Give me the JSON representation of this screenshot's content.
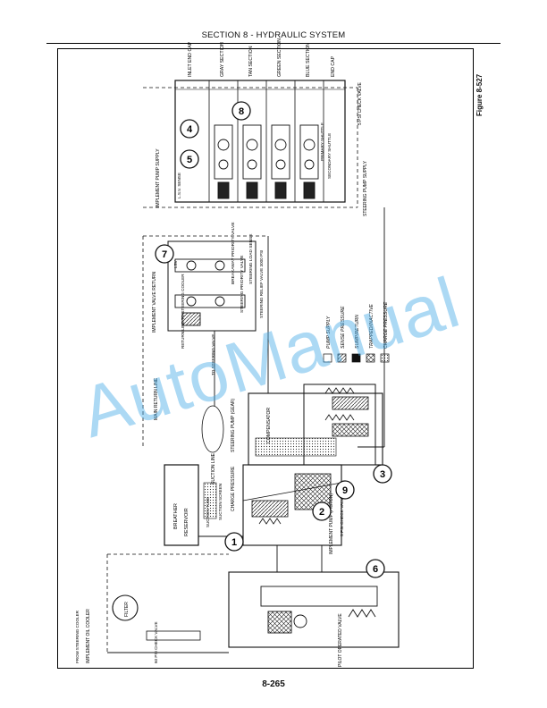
{
  "header": {
    "title": "SECTION 8 - HYDRAULIC SYSTEM"
  },
  "figure": {
    "label": "Figure 8-527"
  },
  "page_number": "8-265",
  "watermark": "AutoManual",
  "callouts": [
    "1",
    "2",
    "3",
    "4",
    "5",
    "6",
    "7",
    "8",
    "9"
  ],
  "labels": {
    "inlet_end_cap": "INLET END CAP",
    "gray_section": "GRAY SECTION",
    "tan_section": "TAN SECTION",
    "green_section": "GREEN SECTION",
    "blue_section": "BLUE SECTION",
    "end_cap": "END CAP",
    "check_valve_5psi": "5 PSI CHECK VALVE",
    "implement_pump_supply": "IMPLEMENT PUMP SUPPLY",
    "steering_pump_supply": "STEERING PUMP SUPPLY",
    "primary_shuttle": "PRIMARY SHUTTLE",
    "secondary_shuttle": "SECONDARY SHUTTLE",
    "lsv_sense": "L.S.V. SENSE",
    "implement_valve_return": "IMPLEMENT VALVE RETURN",
    "main_return_line": "MAIN RETURN LINE",
    "breakaway_priority_valve": "BREAKAWAY PRIORITY VALVE",
    "steering_priority_valve": "STEERING PRIORITY VALVE",
    "steering_load_sense": "STEERING LOAD SENSE",
    "steering_relief_valve": "STEERING RELIEF VALVE 3000 PSI",
    "return_line_to_steering": "RETURN LINE TO STEERING COOLER",
    "to_steering_valve": "TO STEERING VALVE",
    "lsv": "LSV",
    "compensator": "COMPENSATOR",
    "steering_pump_gear": "STEERING PUMP (GEAR)",
    "charge_pressure": "CHARGE PRESSURE",
    "suction_line": "SUCTION LINE",
    "suction_screen": "SUCTION SCREEN",
    "suction_tube": "SUCTION TUBE",
    "breather": "BREATHER",
    "reservoir": "RESERVOIR",
    "implement_pump_piston": "IMPLEMENT PUMP (PISTON)",
    "check_valve_5psi_pump": "5 PSI CHECK VALVE",
    "pilot_operated_valve": "PILOT OPERATED VALVE",
    "from_steering_cooler": "FROM STEERING COOLER",
    "implement_oil_cooler": "IMPLEMENT OIL COOLER",
    "check_valve_60psi": "60 PSI CHECK VALVE",
    "filter": "FILTER"
  },
  "legend": [
    {
      "label": "PUMP SUPPLY",
      "pattern": "solid"
    },
    {
      "label": "SENSE PRESSURE",
      "pattern": "diagonal"
    },
    {
      "label": "SUMP/RETURN",
      "pattern": "black"
    },
    {
      "label": "TRAPPED/INACTIVE",
      "pattern": "cross"
    },
    {
      "label": "CHARGE PRESSURE",
      "pattern": "dots"
    }
  ],
  "colors": {
    "line": "#111111",
    "watermark": "#46aae6"
  }
}
